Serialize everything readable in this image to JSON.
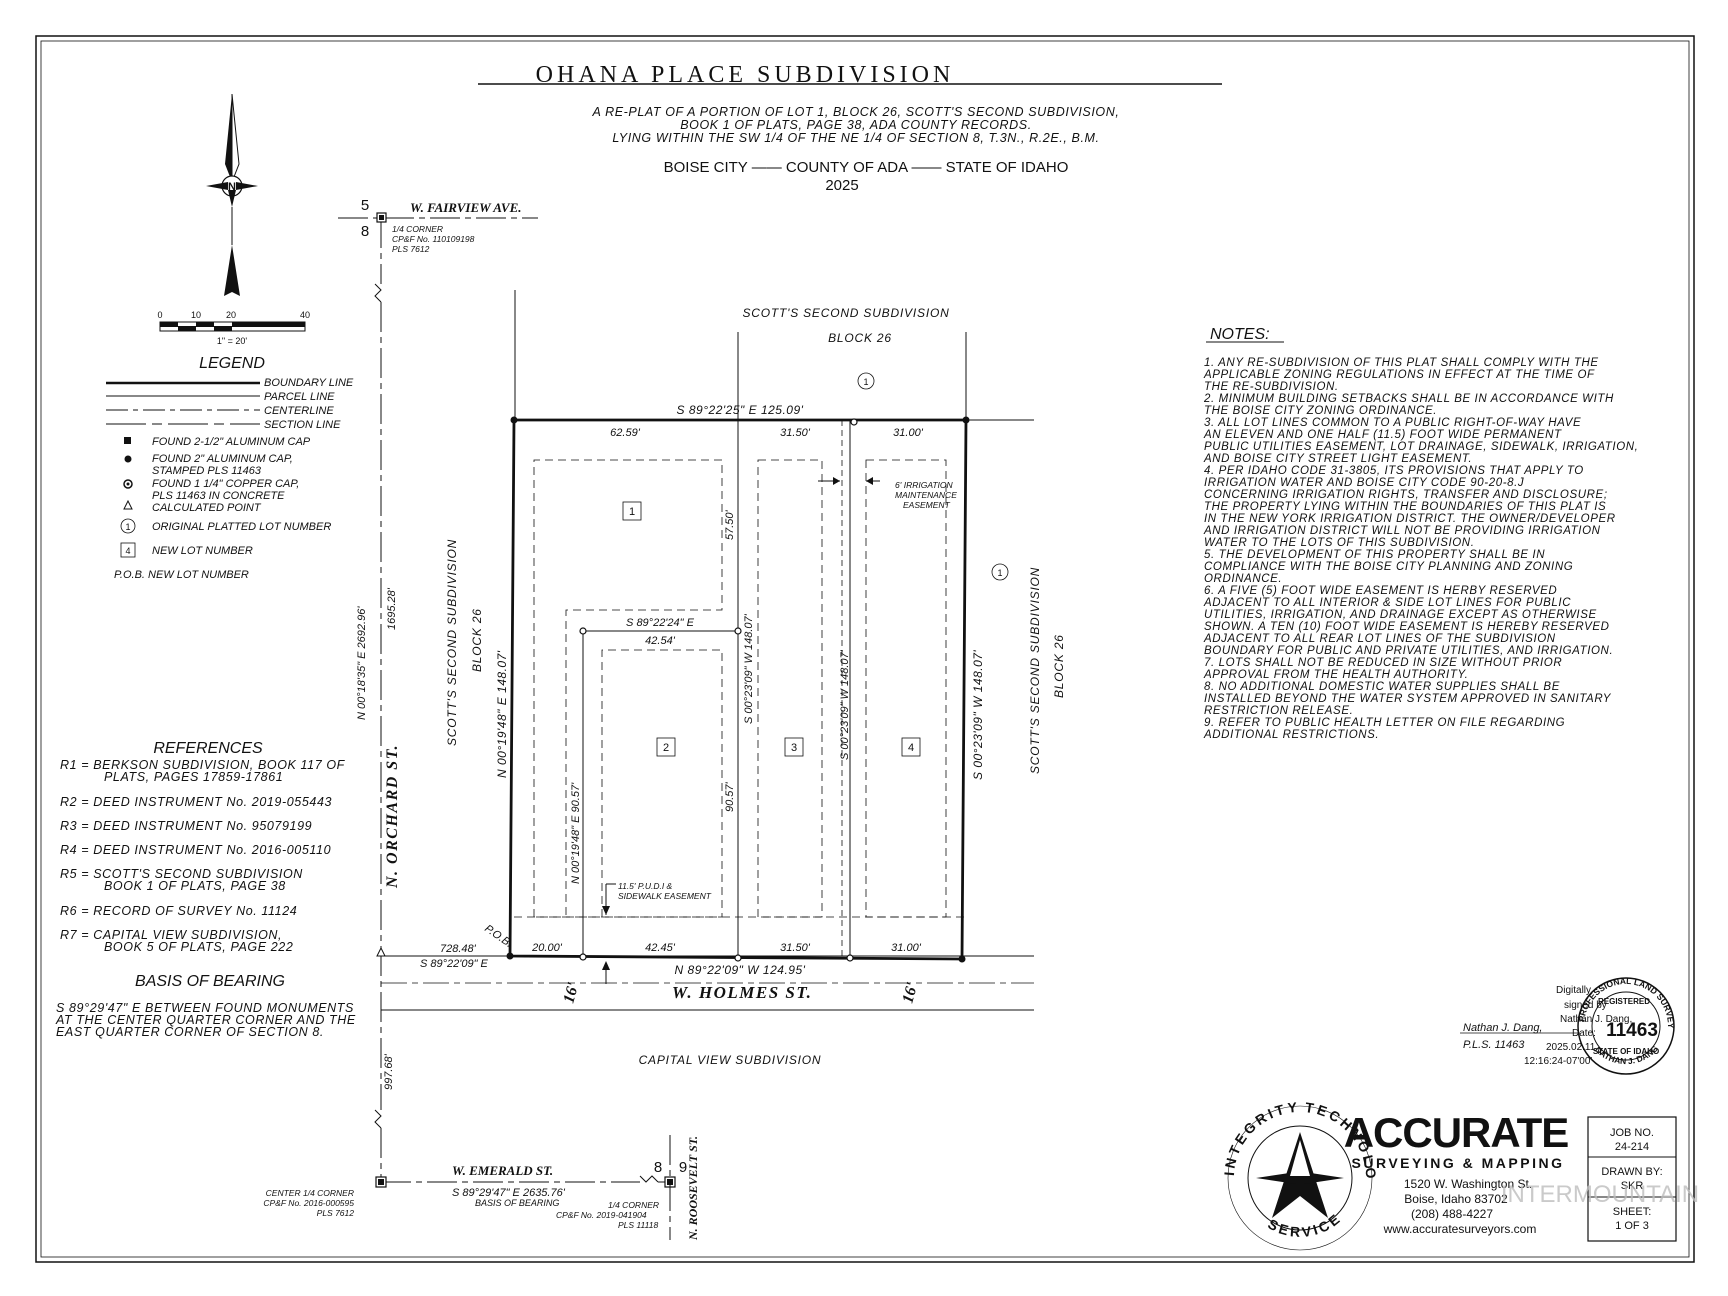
{
  "title": "OHANA PLACE SUBDIVISION",
  "subtitle": [
    "A RE-PLAT OF A PORTION OF LOT 1, BLOCK 26, SCOTT'S SECOND SUBDIVISION,",
    "BOOK 1 OF PLATS, PAGE 38, ADA COUNTY RECORDS.",
    "LYING WITHIN THE SW 1/4 OF THE NE 1/4 OF SECTION 8, T.3N., R.2E., B.M."
  ],
  "jurisdiction": "BOISE CITY —— COUNTY OF ADA —— STATE OF IDAHO",
  "year": "2025",
  "north_arrow_letter": "N",
  "scale": {
    "ticks": [
      "0",
      "10",
      "20",
      "40"
    ],
    "ratio": "1\" = 20'"
  },
  "legend": {
    "title": "LEGEND",
    "lines": [
      "BOUNDARY LINE",
      "PARCEL LINE",
      "CENTERLINE",
      "SECTION LINE"
    ],
    "symbols": [
      "FOUND 2-1/2\" ALUMINUM CAP",
      "FOUND  2\" ALUMINUM CAP,",
      "STAMPED PLS 11463",
      "FOUND 1 1/4\" COPPER CAP,",
      "PLS 11463 IN CONCRETE",
      "CALCULATED POINT",
      "ORIGINAL PLATTED LOT NUMBER",
      "NEW LOT NUMBER",
      "P.O.B.  NEW LOT NUMBER"
    ],
    "sample_lot": "1",
    "sample_new_lot": "4"
  },
  "references": {
    "title": "REFERENCES",
    "items": [
      [
        "R1 = BERKSON SUBDIVISION, BOOK 117 OF",
        "PLATS, PAGES 17859-17861"
      ],
      [
        "R2 = DEED INSTRUMENT No. 2019-055443"
      ],
      [
        "R3 = DEED INSTRUMENT No. 95079199"
      ],
      [
        "R4 = DEED INSTRUMENT No. 2016-005110"
      ],
      [
        "R5 = SCOTT'S SECOND SUBDIVISION",
        "BOOK 1 OF PLATS, PAGE 38"
      ],
      [
        "R6 = RECORD OF SURVEY No. 11124"
      ],
      [
        "R7 = CAPITAL VIEW SUBDIVISION,",
        "BOOK 5 OF PLATS, PAGE 222"
      ]
    ]
  },
  "basis_of_bearing": {
    "title": "BASIS OF BEARING",
    "text": [
      "S 89°29'47\" E BETWEEN FOUND MONUMENTS",
      "AT THE CENTER QUARTER CORNER AND THE",
      "EAST QUARTER CORNER OF SECTION 8."
    ]
  },
  "notes": {
    "title": "NOTES:",
    "lines": [
      "1. ANY RE-SUBDIVISION OF THIS PLAT SHALL COMPLY WITH THE",
      "APPLICABLE ZONING REGULATIONS IN EFFECT AT THE TIME OF",
      "THE RE-SUBDIVISION.",
      "2. MINIMUM BUILDING SETBACKS SHALL BE IN ACCORDANCE WITH",
      "THE BOISE CITY ZONING ORDINANCE.",
      "3. ALL LOT LINES COMMON TO A PUBLIC RIGHT-OF-WAY HAVE",
      "AN ELEVEN AND ONE HALF (11.5) FOOT WIDE PERMANENT",
      "PUBLIC UTILITIES EASEMENT, LOT DRAINAGE, SIDEWALK, IRRIGATION,",
      "AND BOISE CITY STREET LIGHT EASEMENT.",
      "4. PER IDAHO CODE 31-3805, ITS PROVISIONS THAT APPLY TO",
      "IRRIGATION WATER AND BOISE CITY CODE 90-20-8.J",
      "CONCERNING IRRIGATION RIGHTS, TRANSFER AND DISCLOSURE;",
      "THE PROPERTY LYING WITHIN THE BOUNDARIES OF THIS PLAT IS",
      "IN THE NEW YORK IRRIGATION DISTRICT. THE OWNER/DEVELOPER",
      "AND IRRIGATION DISTRICT WILL NOT BE PROVIDING IRRIGATION",
      "WATER TO THE LOTS OF THIS SUBDIVISION.",
      "5. THE DEVELOPMENT OF THIS PROPERTY SHALL BE IN",
      "COMPLIANCE WITH THE BOISE CITY PLANNING AND ZONING",
      "ORDINANCE.",
      "6. A FIVE (5) FOOT WIDE EASEMENT IS HERBY RESERVED",
      "ADJACENT TO ALL INTERIOR & SIDE LOT LINES FOR PUBLIC",
      "UTILITIES, IRRIGATION, AND DRAINAGE EXCEPT AS OTHERWISE",
      "SHOWN. A TEN (10) FOOT WIDE EASEMENT IS HEREBY RESERVED",
      "ADJACENT TO ALL REAR LOT LINES OF THE SUBDIVISION",
      "BOUNDARY FOR PUBLIC AND PRIVATE UTILITIES, AND IRRIGATION.",
      "7. LOTS SHALL NOT BE REDUCED IN SIZE WITHOUT PRIOR",
      "APPROVAL FROM THE HEALTH AUTHORITY.",
      "8. NO ADDITIONAL DOMESTIC WATER SUPPLIES SHALL BE",
      "INSTALLED BEYOND THE WATER SYSTEM APPROVED IN SANITARY",
      "RESTRICTION RELEASE.",
      "9. REFER TO PUBLIC HEALTH LETTER ON FILE REGARDING",
      "ADDITIONAL RESTRICTIONS."
    ]
  },
  "plat": {
    "streets": {
      "fairview": "W. FAIRVIEW AVE.",
      "orchard": "N. ORCHARD ST.",
      "holmes": "W. HOLMES ST.",
      "emerald": "W. EMERALD ST.",
      "roosevelt": "N. ROOSEVELT ST."
    },
    "section_numbers": {
      "nw_top": "5",
      "nw_bottom": "8",
      "se_left": "8",
      "se_right": "9"
    },
    "corner_top": [
      "1/4 CORNER",
      "CP&F No. 110109198",
      "PLS 7612"
    ],
    "corner_center": [
      "CENTER 1/4 CORNER",
      "CP&F No. 2016-000595",
      "PLS 7612"
    ],
    "corner_east": [
      "1/4 CORNER",
      "CP&F No. 2019-041904",
      "PLS 11118"
    ],
    "emerald_bearing": "S 89°29'47\" E   2635.76'",
    "emerald_basis": "BASIS OF BEARING",
    "orchard_bearing": "N 00°18'35\" E   2692.96'",
    "orchard_dist_1": "1695.28'",
    "orchard_dist_2": "997.68'",
    "neighbors": {
      "north": "SCOTT'S SECOND SUBDIVISION",
      "north_block": "BLOCK 26",
      "west": "SCOTT'S SECOND SUBDIVISION",
      "west_block": "BLOCK 26",
      "east": "SCOTT'S SECOND SUBDIVISION",
      "east_block": "BLOCK 26",
      "south": "CAPITAL VIEW SUBDIVISION"
    },
    "original_lot": "1",
    "original_lot_east": "1",
    "north_line": "S 89°22'25\" E  125.09'",
    "south_line": "N 89°22'09\" W  124.95'",
    "west_line": "N 00°19'48\" E  148.07'",
    "east_line": "S 00°23'09\" W  148.07'",
    "pob": "P.O.B.",
    "pob_dist": "728.48'",
    "pob_bearing": "S 89°22'09\" E",
    "top_segments": [
      "62.59'",
      "31.50'",
      "31.00'"
    ],
    "bottom_segments": [
      "20.00'",
      "42.45'",
      "31.50'",
      "31.00'"
    ],
    "lot2_top": "S 89°22'24\" E",
    "lot2_width": "42.54'",
    "lot1_depth": "57.50'",
    "lot2_depth": "90.57'",
    "lot2_west": "N 00°19'48\" E    90.57'",
    "lot3_line": "S 00°23'09\" W    148.07'",
    "lot4_line": "S 00°23'09\" W    148.07'",
    "right_of_way": "16'",
    "new_lots": [
      "1",
      "2",
      "3",
      "4"
    ],
    "irrigation_easement": [
      "6' IRRIGATION",
      "MAINTENANCE",
      "EASEMENT"
    ],
    "pudi_easement": [
      "11.5' P.U.D.I &",
      "SIDEWALK EASEMENT"
    ]
  },
  "signature": {
    "name": "Nathan J. Dang,",
    "pls": "P.L.S. 11463",
    "digital": [
      "Digitally",
      "signed by",
      "Nathan J. Dang,",
      "Date:",
      "2025.02.11",
      "12:16:24-07'00'"
    ],
    "seal": [
      "PROFESSIONAL LAND SURVEYOR",
      "REGISTERED",
      "11463",
      "STATE OF IDAHO",
      "NATHAN J. DANG"
    ]
  },
  "company": {
    "name": "ACCURATE",
    "tagline": "SURVEYING & MAPPING",
    "address1": "1520 W. Washington St.",
    "address2": "Boise, Idaho  83702",
    "phone": "(208) 488-4227",
    "web": "www.accuratesurveyors.com",
    "badge": [
      "INTEGRITY",
      "TECHNOLOGY",
      "SERVICE"
    ]
  },
  "title_block": {
    "job_label": "JOB NO.",
    "job_value": "24-214",
    "drawn_label": "DRAWN BY:",
    "drawn_value": "SKR",
    "sheet_label": "SHEET:",
    "sheet_value": "1 OF 3"
  },
  "watermark": "INTERMOUNTAIN"
}
